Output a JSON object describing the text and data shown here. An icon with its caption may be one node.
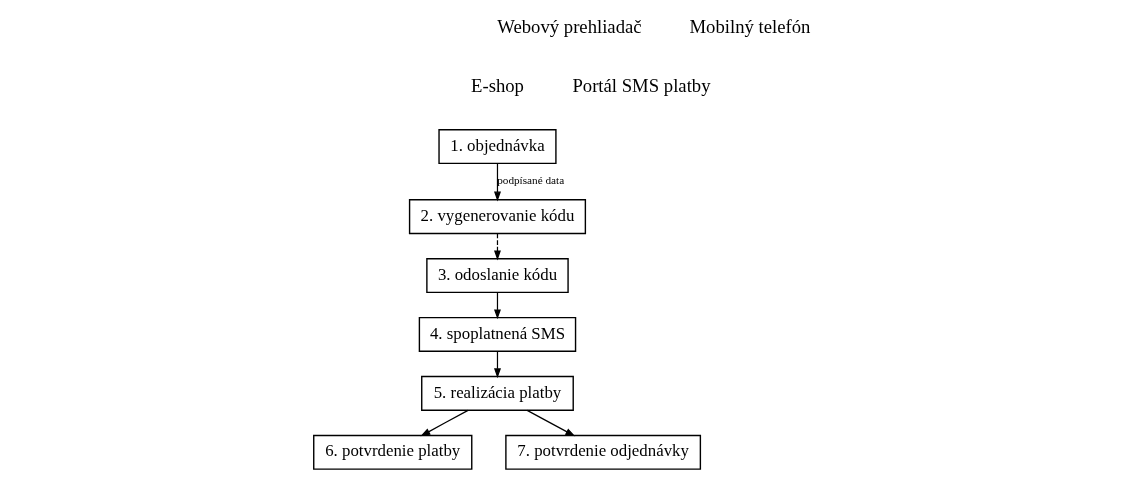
{
  "diagram": {
    "nodes": [
      {
        "text": [
          "1. objednávka"
        ]
      },
      {
        "text": [
          "2. vygenerovanie kódu"
        ]
      },
      {
        "text": [
          "3. odoslanie kódu"
        ]
      },
      {
        "text": [
          "4. spoplatnená SMS"
        ]
      },
      {
        "text": [
          "5. realizácia platby"
        ]
      },
      {
        "text": [
          "6. potvrdenie platby"
        ]
      },
      {
        "text": [
          "7. potvrdenie odjednávky"
        ]
      }
    ],
    "edges": [
      {
        "from": 0,
        "to": 1,
        "arrow": "to",
        "label": "podpísané data"
      },
      {
        "from": 1,
        "to": 2,
        "arrow": "to",
        "style": "dashed"
      },
      {
        "from": 2,
        "to": 3,
        "arrow": "to"
      },
      {
        "from": 3,
        "to": 4,
        "arrow": "to"
      },
      {
        "from": 4,
        "to": 5,
        "arrow": "to"
      },
      {
        "from": 4,
        "to": 6,
        "arrow": "to"
      }
    ],
    "labels": [
      "Webový prehliadač",
      "Mobilný telefón",
      "E-shop",
      "Portál SMS platby"
    ]
  }
}
